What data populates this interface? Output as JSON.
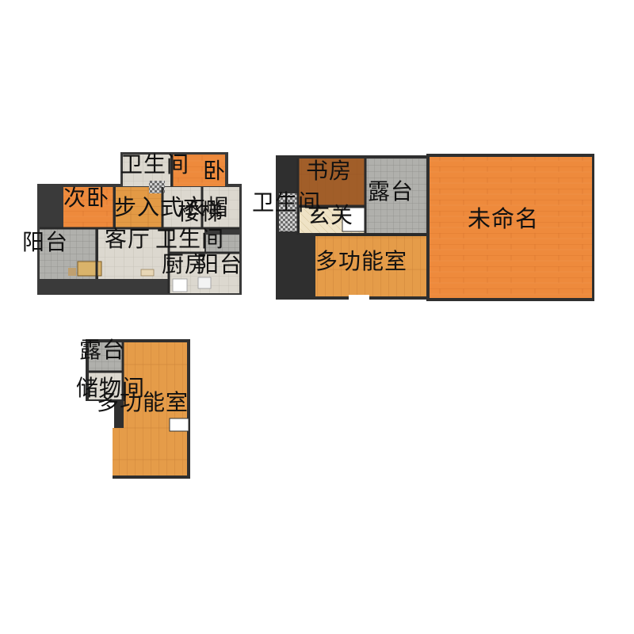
{
  "floor_plan": {
    "colors": {
      "wood": "#e39a45",
      "wood_line": "#b86f25",
      "orange_tile": "#ee8a3c",
      "orange_tile_line": "#c9692a",
      "grey_tile": "#a9a9a6",
      "grey_tile_line": "#7e7e7b",
      "light_tile": "#d8d4cc",
      "wall": "#2a2a2a",
      "dark_wood": "#8a4a1e"
    },
    "rooms": [
      {
        "id": "r1",
        "label": "卫生间"
      },
      {
        "id": "r2",
        "label": "卧"
      },
      {
        "id": "r3",
        "label": "次卧"
      },
      {
        "id": "r4",
        "label": "步入式衣帽"
      },
      {
        "id": "r5",
        "label": "楼梯"
      },
      {
        "id": "r6",
        "label": "卫生间"
      },
      {
        "id": "r7",
        "label": "书房"
      },
      {
        "id": "r8",
        "label": "露台"
      },
      {
        "id": "r9",
        "label": "未命名"
      },
      {
        "id": "r10",
        "label": "玄关"
      },
      {
        "id": "r11",
        "label": "阳台"
      },
      {
        "id": "r12",
        "label": "客厅"
      },
      {
        "id": "r13",
        "label": "卫生间"
      },
      {
        "id": "r14",
        "label": "厨房"
      },
      {
        "id": "r15",
        "label": "阳台"
      },
      {
        "id": "r16",
        "label": "多功能室"
      },
      {
        "id": "r17",
        "label": "露台"
      },
      {
        "id": "r18",
        "label": "储物间"
      },
      {
        "id": "r19",
        "label": "多功能室"
      }
    ]
  }
}
